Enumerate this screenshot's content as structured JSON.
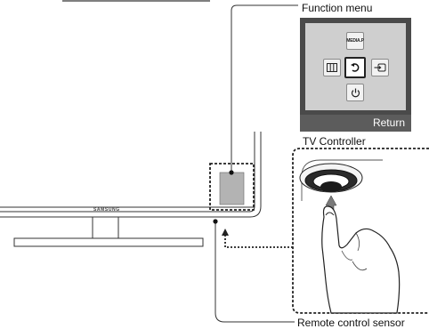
{
  "labels": {
    "function_menu": "Function menu",
    "tv_controller": "TV Controller",
    "remote_sensor": "Remote control sensor",
    "brand": "SAMSUNG"
  },
  "menu": {
    "top_key": "MEDIA.P",
    "left_icon": "channel-list-icon",
    "center_icon": "return-icon",
    "right_icon": "source-input-icon",
    "bottom_icon": "power-icon",
    "return_label": "Return"
  },
  "colors": {
    "panel_dark": "#4a4a4a",
    "panel_light": "#cfcfcf",
    "line": "#333333"
  }
}
